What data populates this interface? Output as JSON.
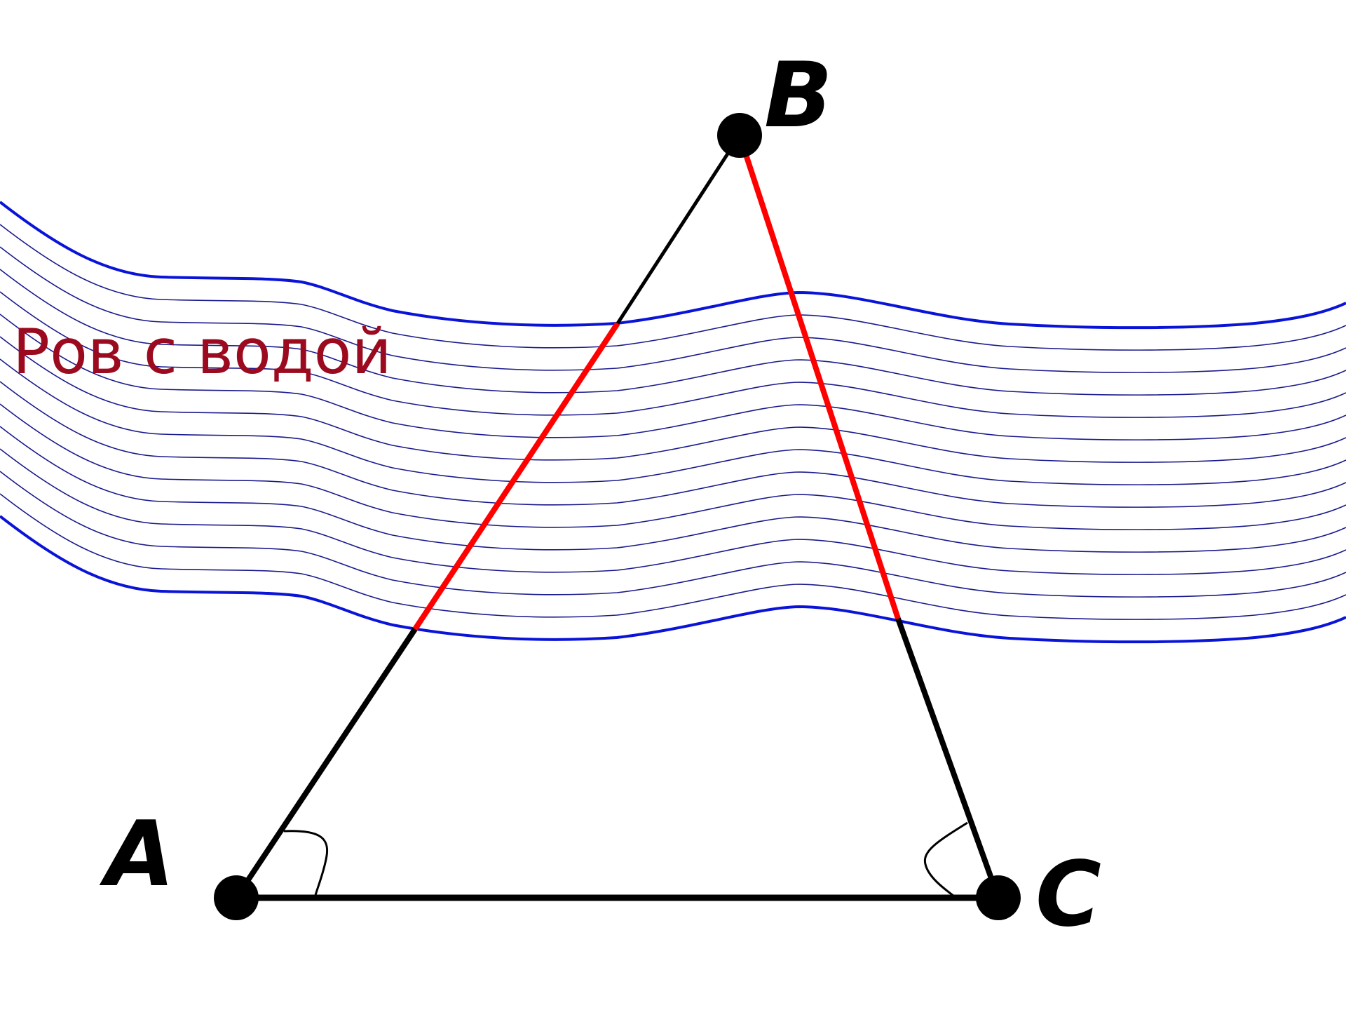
{
  "diagram": {
    "moat_label": "Ров с водой",
    "vertices": {
      "A": {
        "label": "A"
      },
      "B": {
        "label": "B"
      },
      "C": {
        "label": "C"
      }
    },
    "colors": {
      "water_edge": "#0a14d8",
      "water_lines": "#1a1a8c",
      "crossing_segments": "#ff0000",
      "triangle_sides": "#000000",
      "moat_label": "#9b0a1e"
    }
  }
}
